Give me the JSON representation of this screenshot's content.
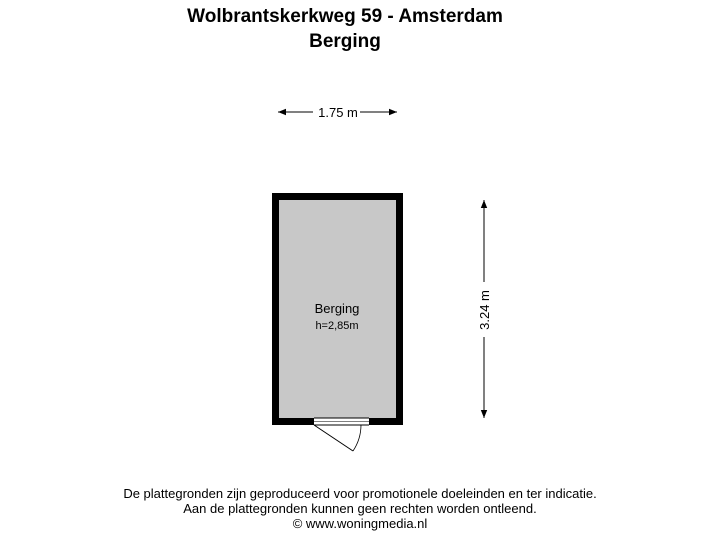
{
  "header": {
    "address": "Wolbrantskerkweg 59 - Amsterdam",
    "floor": "Berging"
  },
  "plan": {
    "width_label": "1.75 m",
    "depth_label": "3.24 m",
    "width_m": 1.75,
    "depth_m": 3.24,
    "room": {
      "name": "Berging",
      "height": "h=2,85m"
    },
    "colors": {
      "wall": "#000000",
      "floor": "#c8c8c8"
    }
  },
  "footer": {
    "line1": "De plattegronden zijn geproduceerd voor promotionele doeleinden en ter indicatie.",
    "line2": "Aan de plattegronden kunnen geen rechten worden ontleend.",
    "line3": "© www.woningmedia.nl"
  }
}
